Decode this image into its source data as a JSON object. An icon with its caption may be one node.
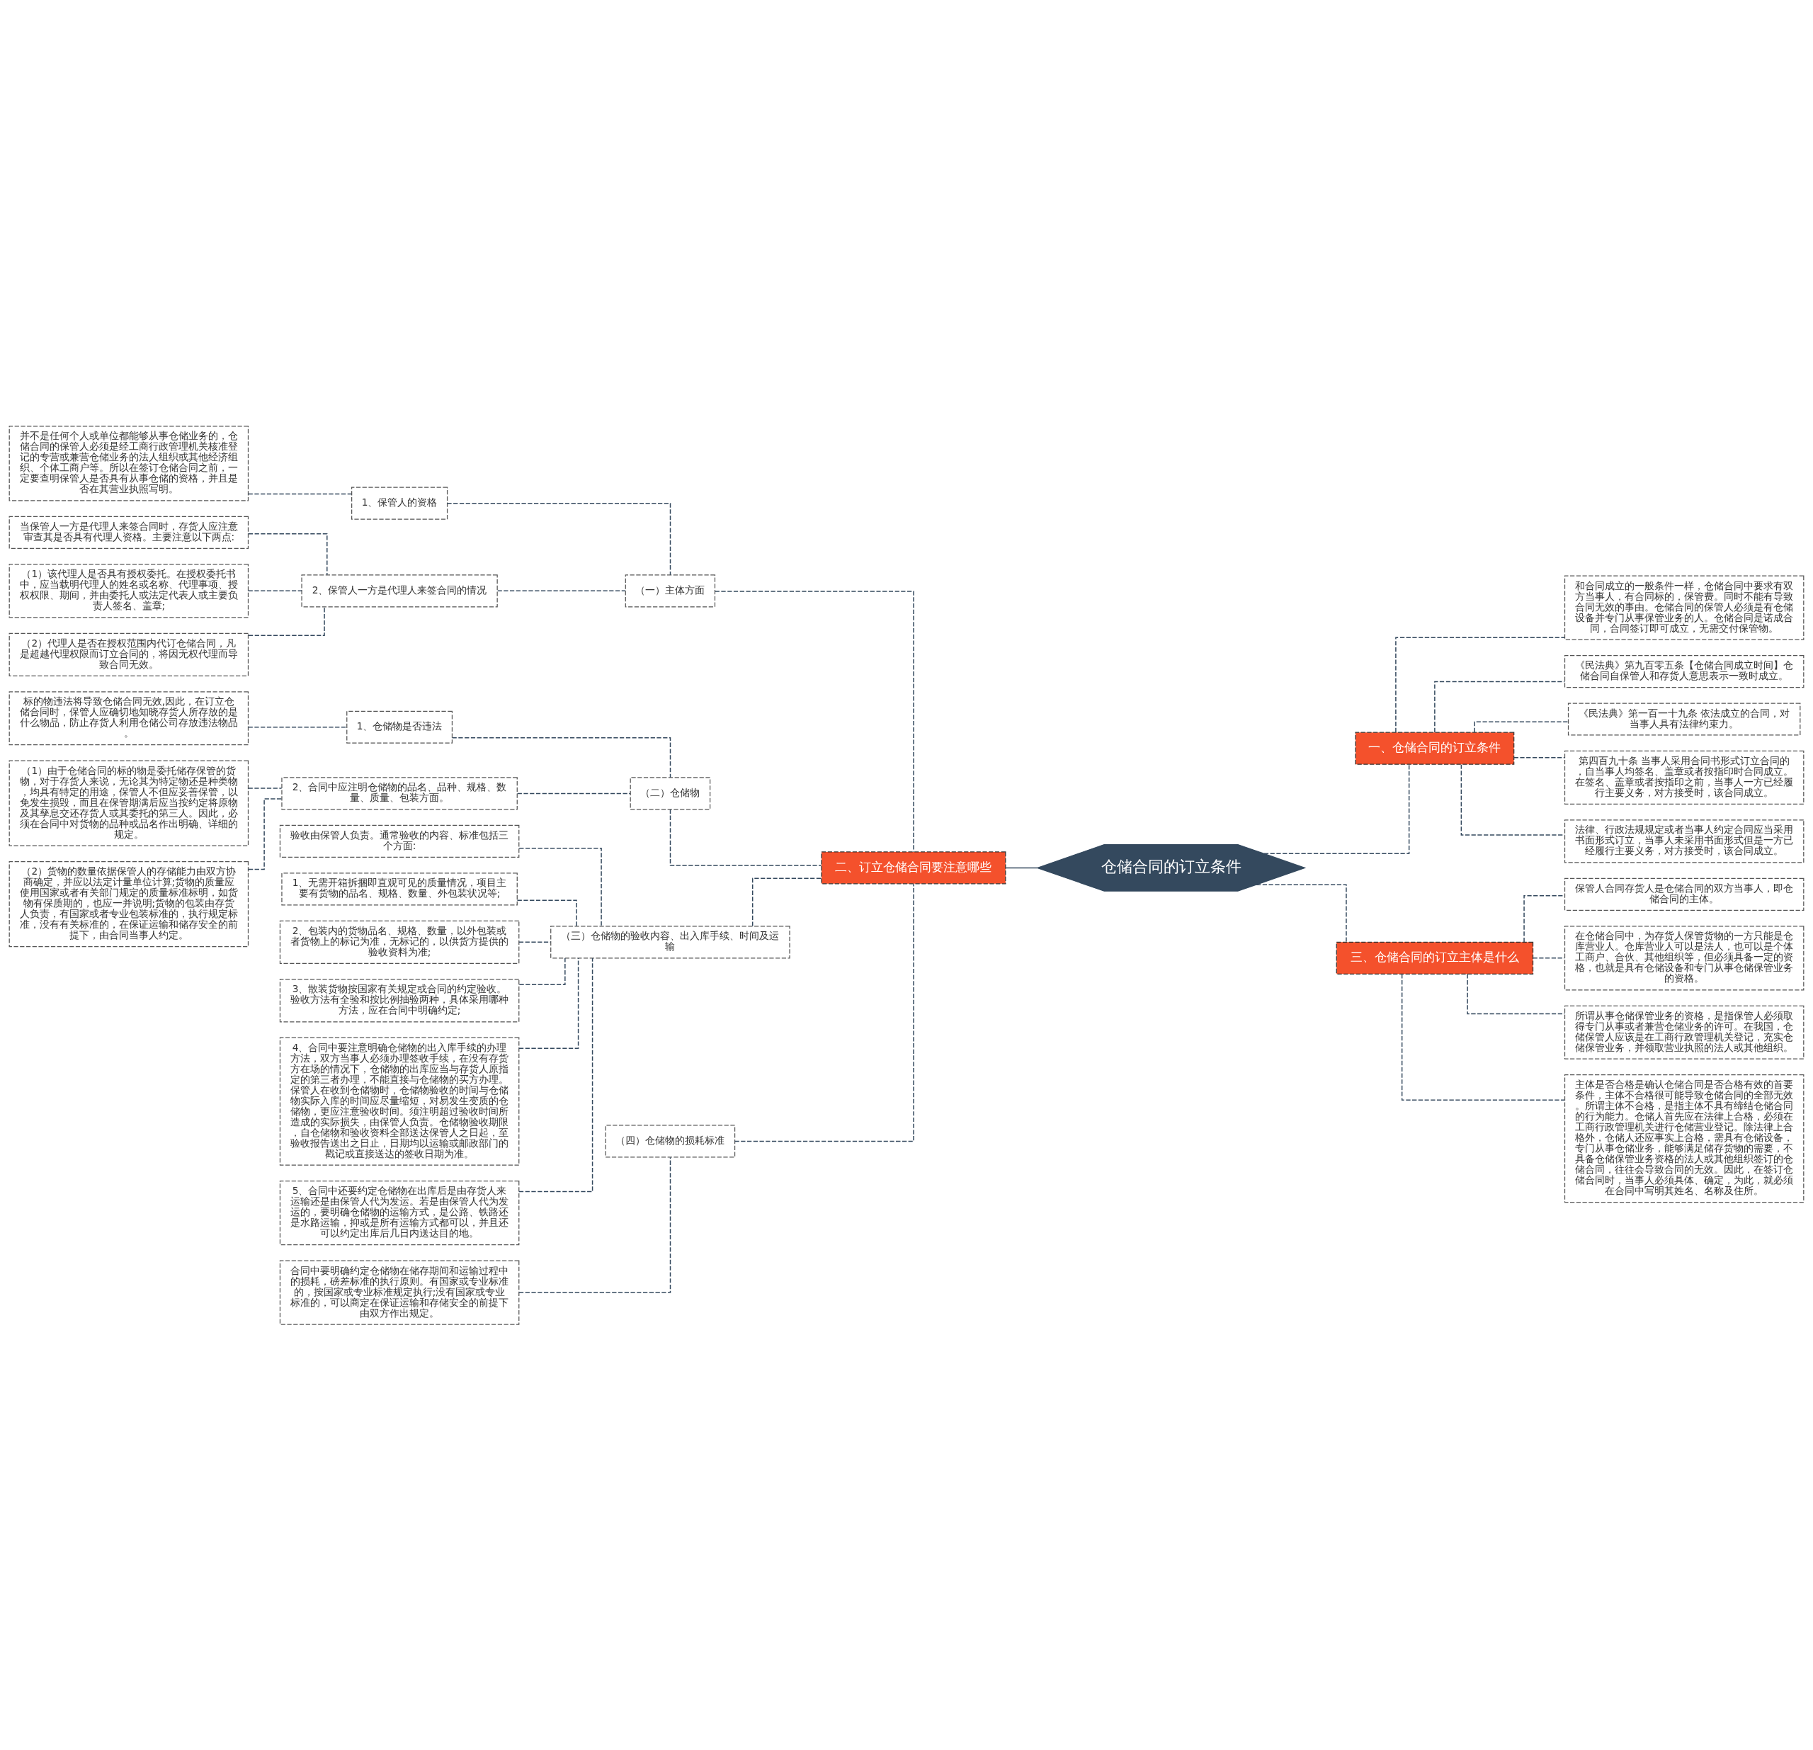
{
  "diagram": {
    "nodes": [
      {
        "text": [
          "仓储合同的订立条件"
        ]
      },
      {
        "text": [
          "一、仓储合同的订立条件"
        ]
      },
      {
        "text": [
          "和合同成立的一般条件一样，仓储合同中要求有双方当事人，有合同标的，保管费。同时不能有导致合同无效的事由。仓储合同的保管人必须是有仓储设备并专门从事保管业务的人。仓储合同是诺成合同，合同签订即可成立，无需交付保管物。"
        ]
      },
      {
        "text": [
          "《民法典》第九百零五条【仓储合同成立时间】仓储合同自保管人和存货人意思表示一致时成立。"
        ]
      },
      {
        "text": [
          "《民法典》第一百一十九条 依法成立的合同，对当事人具有法律约束力。"
        ]
      },
      {
        "text": [
          "第四百九十条 当事人采用合同书形式订立合同的，自当事人均签名、盖章或者按指印时合同成立。在签名、盖章或者按指印之前，当事人一方已经履行主要义务，对方接受时，该合同成立。"
        ]
      },
      {
        "text": [
          "法律、行政法规规定或者当事人约定合同应当采用书面形式订立，当事人未采用书面形式但是一方已经履行主要义务，对方接受时，该合同成立。"
        ]
      },
      {
        "text": [
          "二、订立仓储合同要注意哪些"
        ]
      },
      {
        "text": [
          "（一）主体方面"
        ]
      },
      {
        "text": [
          "1、保管人的资格"
        ]
      },
      {
        "text": [
          "并不是任何个人或单位都能够从事仓储业务的，仓储合同的保管人必须是经工商行政管理机关核准登记的专营或兼营仓储业务的法人组织或其他经济组织、个体工商户等。所以在签订仓储合同之前，一定要查明保管人是否具有从事仓储的资格，并且是否在其营业执照写明。"
        ]
      },
      {
        "text": [
          "2、保管人一方是代理人来签合同的情况"
        ]
      },
      {
        "text": [
          "当保管人一方是代理人来签合同时，存货人应注意审查其是否具有代理人资格。主要注意以下两点:"
        ]
      },
      {
        "text": [
          "（1）该代理人是否具有授权委托。在授权委托书中，应当载明代理人的姓名或名称、代理事项、授权权限、期间，并由委托人或法定代表人或主要负责人签名、盖章;"
        ]
      },
      {
        "text": [
          "（2）代理人是否在授权范围内代订仓储合同，凡是超越代理权限而订立合同的，将因无权代理而导致合同无效。"
        ]
      },
      {
        "text": [
          "（二）仓储物"
        ]
      },
      {
        "text": [
          "1、仓储物是否违法"
        ]
      },
      {
        "text": [
          "标的物违法将导致仓储合同无效,因此，在订立仓储合同时，保管人应确切地知晓存货人所存放的是什么物品，防止存货人利用仓储公司存放违法物品。"
        ]
      },
      {
        "text": [
          "2、合同中应注明仓储物的品名、品种、规格、数量、质量、包装方面。"
        ]
      },
      {
        "text": [
          "（1）由于仓储合同的标的物是委托储存保管的货物，对于存货人来说，无论其为特定物还是种类物，均具有特定的用途，保管人不但应妥善保管，以免发生损毁，而且在保管期满后应当按约定将原物及其孳息交还存货人或其委托的第三人。因此，必须在合同中对货物的品种或品名作出明确、详细的规定。"
        ]
      },
      {
        "text": [
          "（2）货物的数量依据保管人的存储能力由双方协商确定，并应以法定计量单位计算;货物的质量应使用国家或者有关部门规定的质量标准标明，如货物有保质期的，也应一并说明;货物的包装由存货人负责，有国家或者专业包装标准的，执行规定标准，没有有关标准的，在保证运输和储存安全的前提下，由合同当事人约定。"
        ]
      },
      {
        "text": [
          "（三）仓储物的验收内容、出入库手续、时间及运输"
        ]
      },
      {
        "text": [
          "验收由保管人负责。通常验收的内容、标准包括三个方面:"
        ]
      },
      {
        "text": [
          "1、无需开箱拆捆即直观可见的质量情况，项目主要有货物的品名、规格、数量、外包装状况等;"
        ]
      },
      {
        "text": [
          "2、包装内的货物品名、规格、数量，以外包装或者货物上的标记为准，无标记的，以供货方提供的验收资料为准;"
        ]
      },
      {
        "text": [
          "3、散装货物按国家有关规定或合同的约定验收。验收方法有全验和按比例抽验两种，具体采用哪种方法，应在合同中明确约定;"
        ]
      },
      {
        "text": [
          "4、合同中要注意明确仓储物的出入库手续的办理方法，双方当事人必须办理签收手续，在没有存货方在场的情况下，仓储物的出库应当与存货人原指定的第三者办理，不能直接与仓储物的买方办理。保管人在收到仓储物时，仓储物验收的时间与仓储物实际入库的时间应尽量缩短，对易发生变质的仓储物，更应注意验收时间。须注明超过验收时间所造成的实际损失，由保管人负责。仓储物验收期限，自仓储物和验收资料全部送达保管人之日起，至验收报告送出之日止，日期均以运输或邮政部门的戳记或直接送达的签收日期为准。"
        ]
      },
      {
        "text": [
          "5、合同中还要约定仓储物在出库后是由存货人来运输还是由保管人代为发运。若是由保管人代为发运的，要明确仓储物的运输方式，是公路、铁路还是水路运输，抑或是所有运输方式都可以，并且还可以约定出库后几日内送达目的地。"
        ]
      },
      {
        "text": [
          "（四）仓储物的损耗标准"
        ]
      },
      {
        "text": [
          "合同中要明确约定仓储物在储存期间和运输过程中的损耗，磅差标准的执行原则。有国家或专业标准的，按国家或专业标准规定执行;没有国家或专业标准的，可以商定在保证运输和存储安全的前提下由双方作出规定。"
        ]
      },
      {
        "text": [
          "三、仓储合同的订立主体是什么"
        ]
      },
      {
        "text": [
          "保管人合同存货人是仓储合同的双方当事人，即仓储合同的主体。"
        ]
      },
      {
        "text": [
          "在仓储合同中，为存货人保管货物的一方只能是仓库营业人。仓库营业人可以是法人，也可以是个体工商户、合伙、其他组织等，但必须具备一定的资格，也就是具有仓储设备和专门从事仓储保管业务的资格。"
        ]
      },
      {
        "text": [
          "所谓从事仓储保管业务的资格，是指保管人必须取得专门从事或者兼营仓储业务的许可。在我国，仓储保管人应该是在工商行政管理机关登记，充实仓储保管业务，并领取营业执照的法人或其他组织。"
        ]
      },
      {
        "text": [
          "主体是否合格是确认仓储合同是否合格有效的首要条件，主体不合格很可能导致仓储合同的全部无效。所谓主体不合格，是指主体不具有缔结仓储合同的行为能力。仓储人首先应在法律上合格，必须在工商行政管理机关进行仓储营业登记。除法律上合格外，仓储人还应事实上合格，需具有仓储设备，专门从事仓储业务，能够满足储存货物的需要，不具备仓储保管业务资格的法人或其他组织签订的仓储合同，往往会导致合同的无效。因此，在签订仓储合同时，当事人必须具体、确定，为此，就必须在合同中写明其姓名、名称及住所。"
        ]
      }
    ],
    "edges": [
      {
        "from": 0,
        "to": 1,
        "arrow": "none",
        "style": "dashed"
      },
      {
        "from": 1,
        "to": 2,
        "arrow": "none",
        "style": "dashed"
      },
      {
        "from": 1,
        "to": 3,
        "arrow": "none",
        "style": "dashed"
      },
      {
        "from": 1,
        "to": 4,
        "arrow": "none",
        "style": "dashed"
      },
      {
        "from": 1,
        "to": 5,
        "arrow": "none",
        "style": "dashed"
      },
      {
        "from": 1,
        "to": 6,
        "arrow": "none",
        "style": "dashed"
      },
      {
        "from": 0,
        "to": 7,
        "arrow": "none"
      },
      {
        "from": 7,
        "to": 8,
        "arrow": "none",
        "style": "dashed"
      },
      {
        "from": 8,
        "to": 9,
        "arrow": "none",
        "style": "dashed"
      },
      {
        "from": 9,
        "to": 10,
        "arrow": "none",
        "style": "dashed"
      },
      {
        "from": 8,
        "to": 11,
        "arrow": "none",
        "style": "dashed"
      },
      {
        "from": 11,
        "to": 12,
        "arrow": "none",
        "style": "dashed"
      },
      {
        "from": 11,
        "to": 13,
        "arrow": "none",
        "style": "dashed"
      },
      {
        "from": 11,
        "to": 14,
        "arrow": "none",
        "style": "dashed"
      },
      {
        "from": 7,
        "to": 15,
        "arrow": "none",
        "style": "dashed"
      },
      {
        "from": 15,
        "to": 16,
        "arrow": "none",
        "style": "dashed"
      },
      {
        "from": 16,
        "to": 17,
        "arrow": "none",
        "style": "dashed"
      },
      {
        "from": 15,
        "to": 18,
        "arrow": "none",
        "style": "dashed"
      },
      {
        "from": 18,
        "to": 19,
        "arrow": "none",
        "style": "dashed"
      },
      {
        "from": 18,
        "to": 20,
        "arrow": "none",
        "style": "dashed"
      },
      {
        "from": 7,
        "to": 21,
        "arrow": "none",
        "style": "dashed"
      },
      {
        "from": 21,
        "to": 22,
        "arrow": "none",
        "style": "dashed"
      },
      {
        "from": 21,
        "to": 23,
        "arrow": "none",
        "style": "dashed"
      },
      {
        "from": 21,
        "to": 24,
        "arrow": "none",
        "style": "dashed"
      },
      {
        "from": 21,
        "to": 25,
        "arrow": "none",
        "style": "dashed"
      },
      {
        "from": 21,
        "to": 26,
        "arrow": "none",
        "style": "dashed"
      },
      {
        "from": 21,
        "to": 27,
        "arrow": "none",
        "style": "dashed"
      },
      {
        "from": 7,
        "to": 28,
        "arrow": "none",
        "style": "dashed"
      },
      {
        "from": 28,
        "to": 29,
        "arrow": "none",
        "style": "dashed"
      },
      {
        "from": 0,
        "to": 30,
        "arrow": "none",
        "style": "dashed"
      },
      {
        "from": 30,
        "to": 31,
        "arrow": "none",
        "style": "dashed"
      },
      {
        "from": 30,
        "to": 32,
        "arrow": "none",
        "style": "dashed"
      },
      {
        "from": 30,
        "to": 33,
        "arrow": "none",
        "style": "dashed"
      },
      {
        "from": 30,
        "to": 34,
        "arrow": "none",
        "style": "dashed"
      }
    ]
  }
}
